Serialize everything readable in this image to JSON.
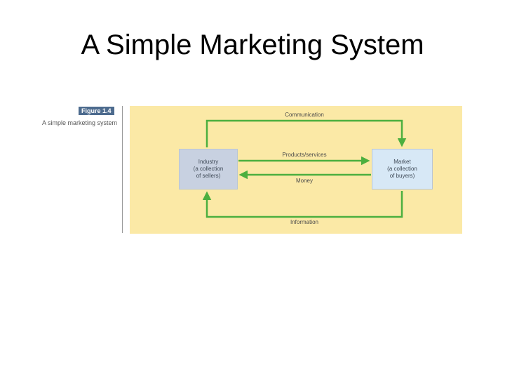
{
  "slide": {
    "title": "A Simple Marketing System"
  },
  "figure": {
    "number": "Figure 1.4",
    "caption": "A simple marketing system"
  },
  "diagram": {
    "industry": {
      "line1": "Industry",
      "line2": "(a collection",
      "line3": "of sellers)"
    },
    "market": {
      "line1": "Market",
      "line2": "(a collection",
      "line3": "of buyers)"
    },
    "flows": {
      "communication": "Communication",
      "products": "Products/services",
      "money": "Money",
      "information": "Information"
    },
    "colors": {
      "arrow": "#4caf3f",
      "background": "#fbe9a6",
      "industry_box": "#c8d1e1",
      "market_box": "#d7e8f6"
    }
  }
}
